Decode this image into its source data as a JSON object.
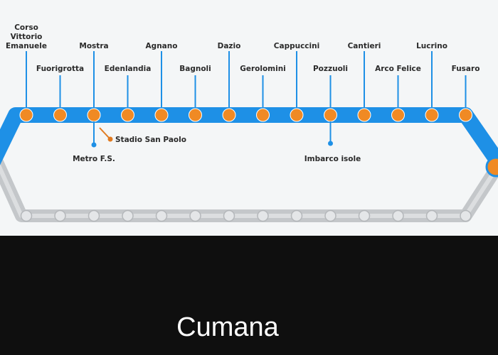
{
  "line_name": "Cumana",
  "colors": {
    "line": "#1e90e6",
    "station": "#f08a24",
    "return_track": "#c4c7ca",
    "return_station": "#e4e6e8",
    "stem": "#1e90e6",
    "connector": "#e07a20",
    "label": "#2a2a2a"
  },
  "stations": [
    {
      "name": [
        "Corso",
        "Vittorio",
        "Emanuele"
      ],
      "label_pos": "top"
    },
    {
      "name": [
        "Fuorigrotta"
      ],
      "label_pos": "low"
    },
    {
      "name": [
        "Mostra"
      ],
      "label_pos": "top"
    },
    {
      "name": [
        "Edenlandia"
      ],
      "label_pos": "low"
    },
    {
      "name": [
        "Agnano"
      ],
      "label_pos": "top"
    },
    {
      "name": [
        "Bagnoli"
      ],
      "label_pos": "low"
    },
    {
      "name": [
        "Dazio"
      ],
      "label_pos": "top"
    },
    {
      "name": [
        "Gerolomini"
      ],
      "label_pos": "low"
    },
    {
      "name": [
        "Cappuccini"
      ],
      "label_pos": "top"
    },
    {
      "name": [
        "Pozzuoli"
      ],
      "label_pos": "low"
    },
    {
      "name": [
        "Cantieri"
      ],
      "label_pos": "top"
    },
    {
      "name": [
        "Arco Felice"
      ],
      "label_pos": "low"
    },
    {
      "name": [
        "Lucrino"
      ],
      "label_pos": "top"
    },
    {
      "name": [
        "Fusaro"
      ],
      "label_pos": "low"
    }
  ],
  "connections": [
    {
      "label": "Metro F.S.",
      "station": 2,
      "kind": "metro"
    },
    {
      "label": "Stadio San Paolo",
      "station": 2,
      "kind": "stadium"
    },
    {
      "label": "Imbarco isole",
      "station": 9,
      "kind": "ferry"
    }
  ],
  "return_station_count": 14
}
